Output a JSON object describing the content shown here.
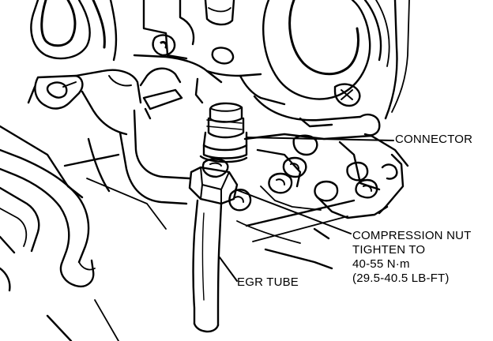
{
  "labels": {
    "connector": "CONNECTOR",
    "compression_nut": "COMPRESSION NUT",
    "tighten_to": "TIGHTEN TO",
    "torque_nm": "40-55 N·m",
    "torque_lbft": "(29.5-40.5 LB-FT)",
    "egr_tube": "EGR TUBE"
  }
}
